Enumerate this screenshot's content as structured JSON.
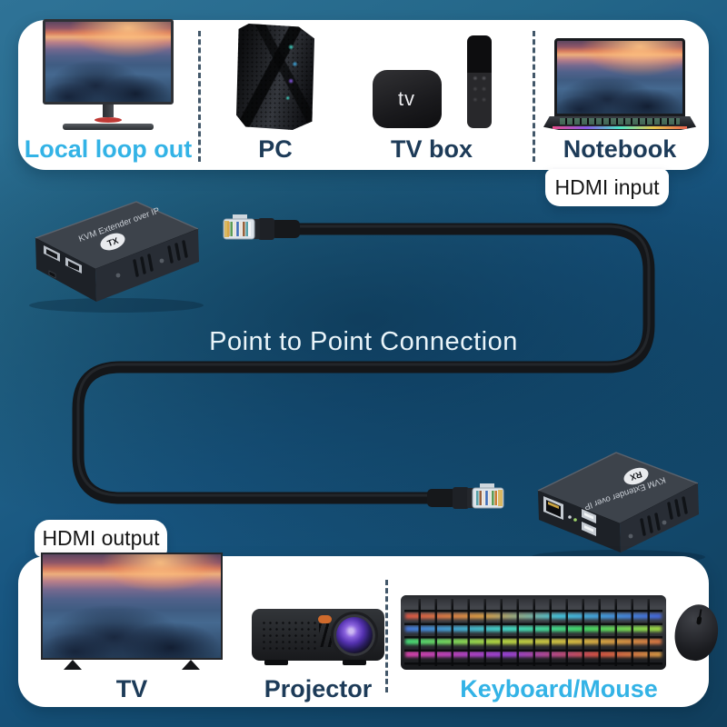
{
  "top_panel": {
    "tab_label": "HDMI input",
    "items": [
      {
        "label": "Local loop out"
      },
      {
        "label": "PC"
      },
      {
        "label": "TV box"
      },
      {
        "label": "Notebook"
      }
    ]
  },
  "connection": {
    "title": "Point to Point Connection",
    "tx": {
      "name": "KVM Extender over IP",
      "badge": "TX"
    },
    "rx": {
      "name": "KVM Extender over IP",
      "badge": "RX"
    }
  },
  "bottom_panel": {
    "tab_label": "HDMI output",
    "items": [
      {
        "label": "TV"
      },
      {
        "label": "Projector"
      },
      {
        "label": "Keyboard/Mouse"
      }
    ]
  },
  "glyphs": {
    "tv_box": "tv"
  },
  "colors": {
    "accent_cyan": "#33b3e6",
    "label_navy": "#1d3b58",
    "background_teal": "#1d5a80",
    "panel_white": "#ffffff",
    "cable_black": "#17191c"
  }
}
